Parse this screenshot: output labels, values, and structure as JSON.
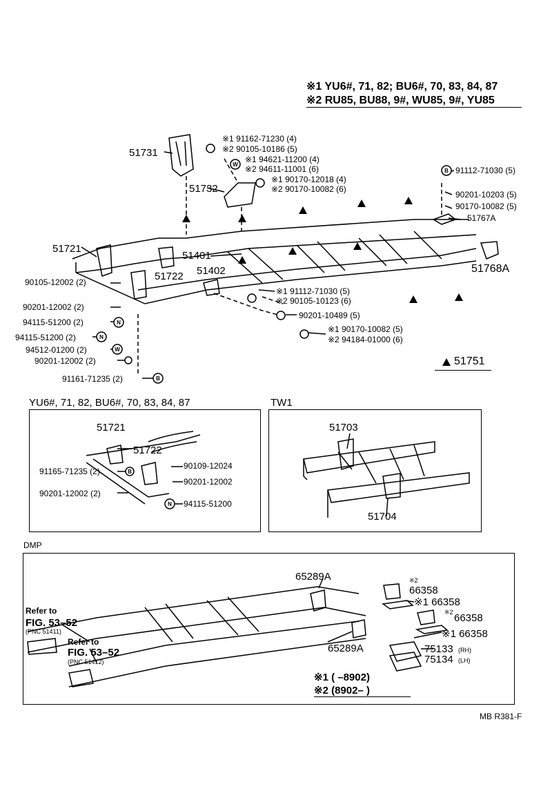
{
  "legend": {
    "note1": "※1  YU6#, 71, 82; BU6#, 70, 83, 84, 87",
    "note2": "※2  RU85, BU88, 9#, WU85, 9#, YU85"
  },
  "main": {
    "p51731": "51731",
    "p51732": "51732",
    "p51721": "51721",
    "p51401": "51401",
    "p51402": "51402",
    "p51722": "51722",
    "p51768A": "51768A",
    "p51767A": "51767A",
    "tri_legend": "51751",
    "bolts_top": [
      "※1 91162-71230 (4)",
      "※2 90105-10186 (5)",
      "※1 94621-11200 (4)",
      "※2 94611-11001 (6)",
      "※1 90170-12018 (4)",
      "※2 90170-10082 (6)"
    ],
    "bolts_right": [
      "91112-71030 (5)",
      "90201-10203 (5)",
      "90170-10082 (5)"
    ],
    "bolts_mid": [
      "※1 91112-71030 (5)",
      "※2 90105-10123 (6)",
      "90201-10489 (5)",
      "※1 90170-10082 (5)",
      "※2 94184-01000 (6)"
    ],
    "bolts_left": [
      "90105-12002 (2)",
      "90201-12002 (2)",
      "94115-51200 (2)",
      "94115-51200 (2)",
      "94512-01200 (2)",
      "90201-12002 (2)",
      "91161-71235 (2)"
    ],
    "circle_labels": [
      "W",
      "N",
      "B"
    ]
  },
  "inset_yu": {
    "title": "YU6#, 71, 82, BU6#, 70, 83, 84, 87",
    "p51721": "51721",
    "p51722": "51722",
    "labels": [
      "91165-71235 (2)",
      "90201-12002 (2)",
      "90109-12024",
      "90201-12002",
      "94115-51200"
    ]
  },
  "inset_tw": {
    "title": "TW1",
    "p51703": "51703",
    "p51704": "51704"
  },
  "inset_dmp": {
    "title": "DMP",
    "refer1": "Refer to",
    "fig1": "FIG. 53–52",
    "pnc1": "(PNC 51411)",
    "refer2": "Refer to",
    "fig2": "FIG. 53–52",
    "pnc2": "(PNC 51412)",
    "p65289A_top": "65289A",
    "p65289A_bot": "65289A",
    "n2a": "※2",
    "p66358a": "66358",
    "p166358a": "※1 66358",
    "n2b": "※2",
    "p66358b": "66358",
    "p166358b": "※1 66358",
    "p75133": "75133",
    "rh": "(RH)",
    "p75134": "75134",
    "lh": "(LH)",
    "date1": "※1 (        –8902)",
    "date2": "※2 (8902–        )"
  },
  "footer": {
    "code": "MB R381-F"
  }
}
